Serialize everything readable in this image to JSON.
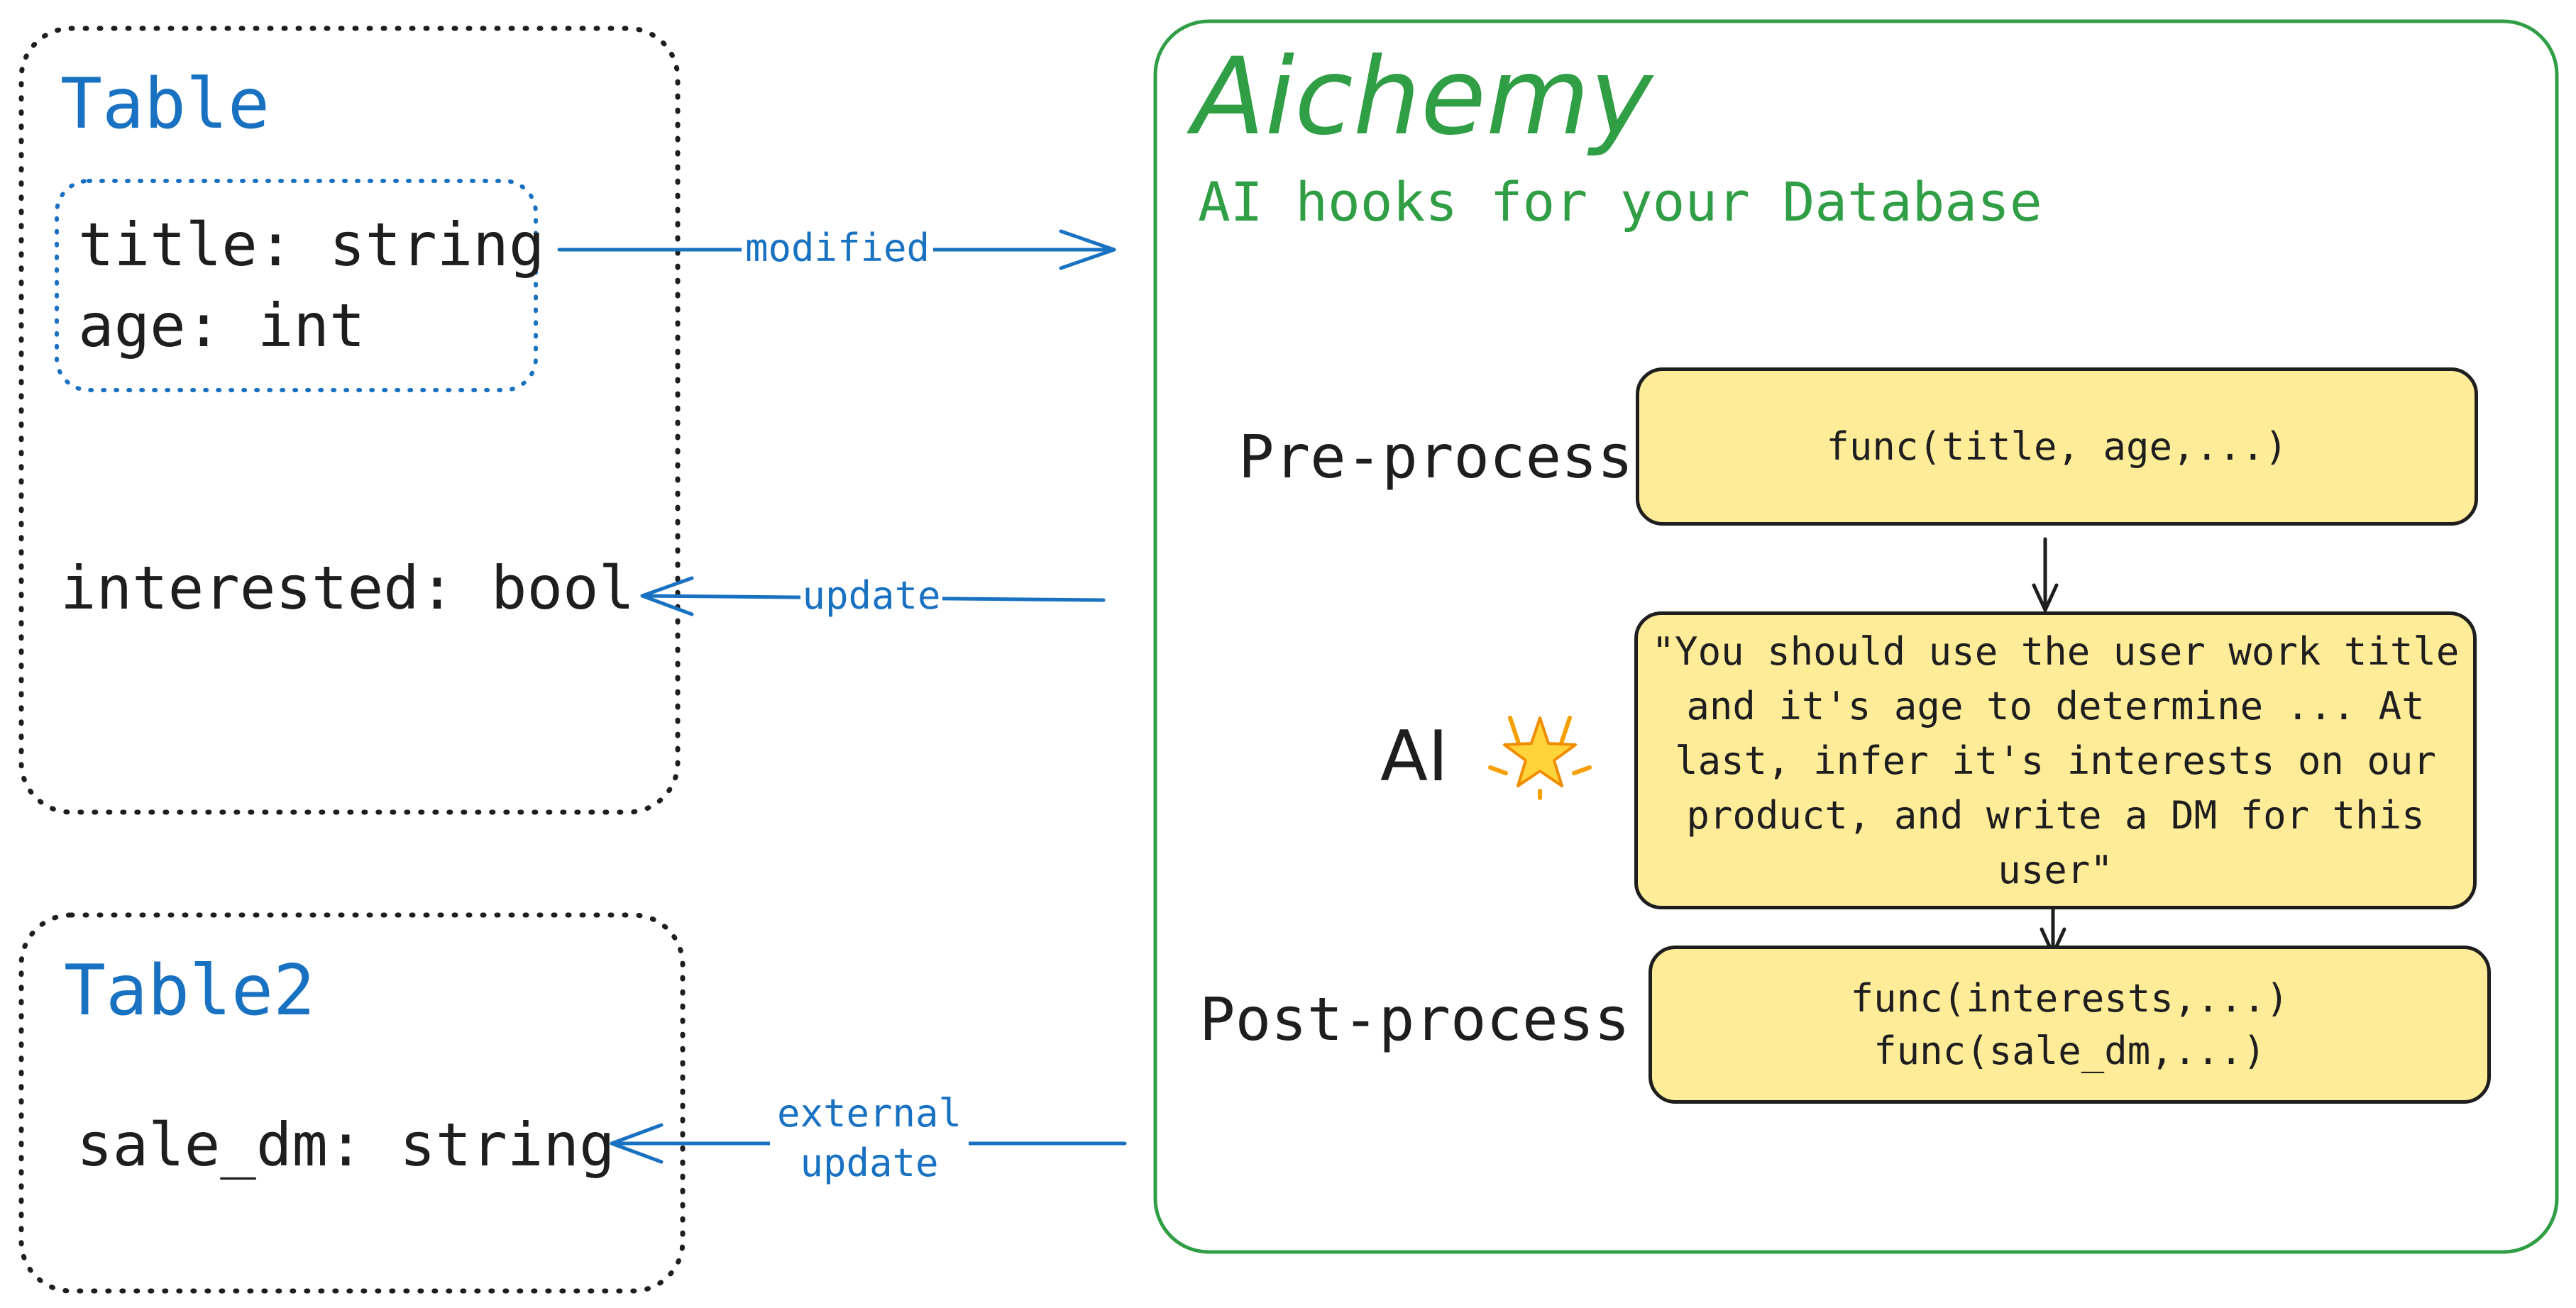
{
  "colors": {
    "accent_blue": "#1971c2",
    "accent_green": "#2f9e44",
    "box_fill": "#ffec99",
    "ink": "#1e1e1e"
  },
  "table1": {
    "title": "Table",
    "fields": [
      "title: string",
      "age: int"
    ],
    "output_field": "interested: bool"
  },
  "table2": {
    "title": "Table2",
    "field": "sale_dm: string"
  },
  "arrows": {
    "modified": "modified",
    "update": "update",
    "external_update": [
      "external",
      "update"
    ]
  },
  "aichemy": {
    "title": "Aichemy",
    "subtitle": "AI hooks for your Database",
    "steps": {
      "pre_label": "Pre-process",
      "pre_code": "func(title, age,...)",
      "ai_label": "AI",
      "ai_icon": "glowing-star-icon",
      "ai_prompt": "\"You should use the user work title and it's age to determine ... At last, infer it's interests on our product, and write a DM for this user\"",
      "post_label": "Post-process",
      "post_code": [
        "func(interests,...)",
        "func(sale_dm,...)"
      ]
    }
  }
}
